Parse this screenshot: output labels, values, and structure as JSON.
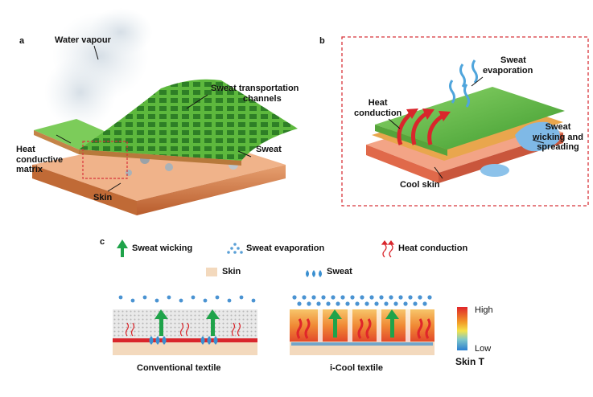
{
  "panel_a": {
    "letter": "a",
    "water_vapour": "Water vapour",
    "sweat_channels_line1": "Sweat transportation",
    "sweat_channels_line2": "channels",
    "heat_matrix_line1": "Heat",
    "heat_matrix_line2": "conductive",
    "heat_matrix_line3": "matrix",
    "sweat": "Sweat",
    "skin": "Skin"
  },
  "panel_b": {
    "letter": "b",
    "sweat_evap_line1": "Sweat",
    "sweat_evap_line2": "evaporation",
    "heat_cond_line1": "Heat",
    "heat_cond_line2": "conduction",
    "wicking_line1": "Sweat",
    "wicking_line2": "wicking and",
    "wicking_line3": "spreading",
    "cool_skin": "Cool skin"
  },
  "panel_c": {
    "letter": "c",
    "legend": {
      "sweat_wicking": "Sweat wicking",
      "sweat_evaporation": "Sweat evaporation",
      "heat_conduction": "Heat conduction",
      "skin": "Skin",
      "sweat": "Sweat"
    },
    "conventional_label": "Conventional textile",
    "icool_label": "i-Cool textile",
    "scale_high": "High",
    "scale_low": "Low",
    "scale_title": "Skin T"
  },
  "colors": {
    "green_arrow": "#1fa34a",
    "heat_red": "#d9262c",
    "sweat_blue": "#3a8fd0",
    "skin_beige": "#f3d9bd",
    "frame_red": "#d8343a"
  }
}
